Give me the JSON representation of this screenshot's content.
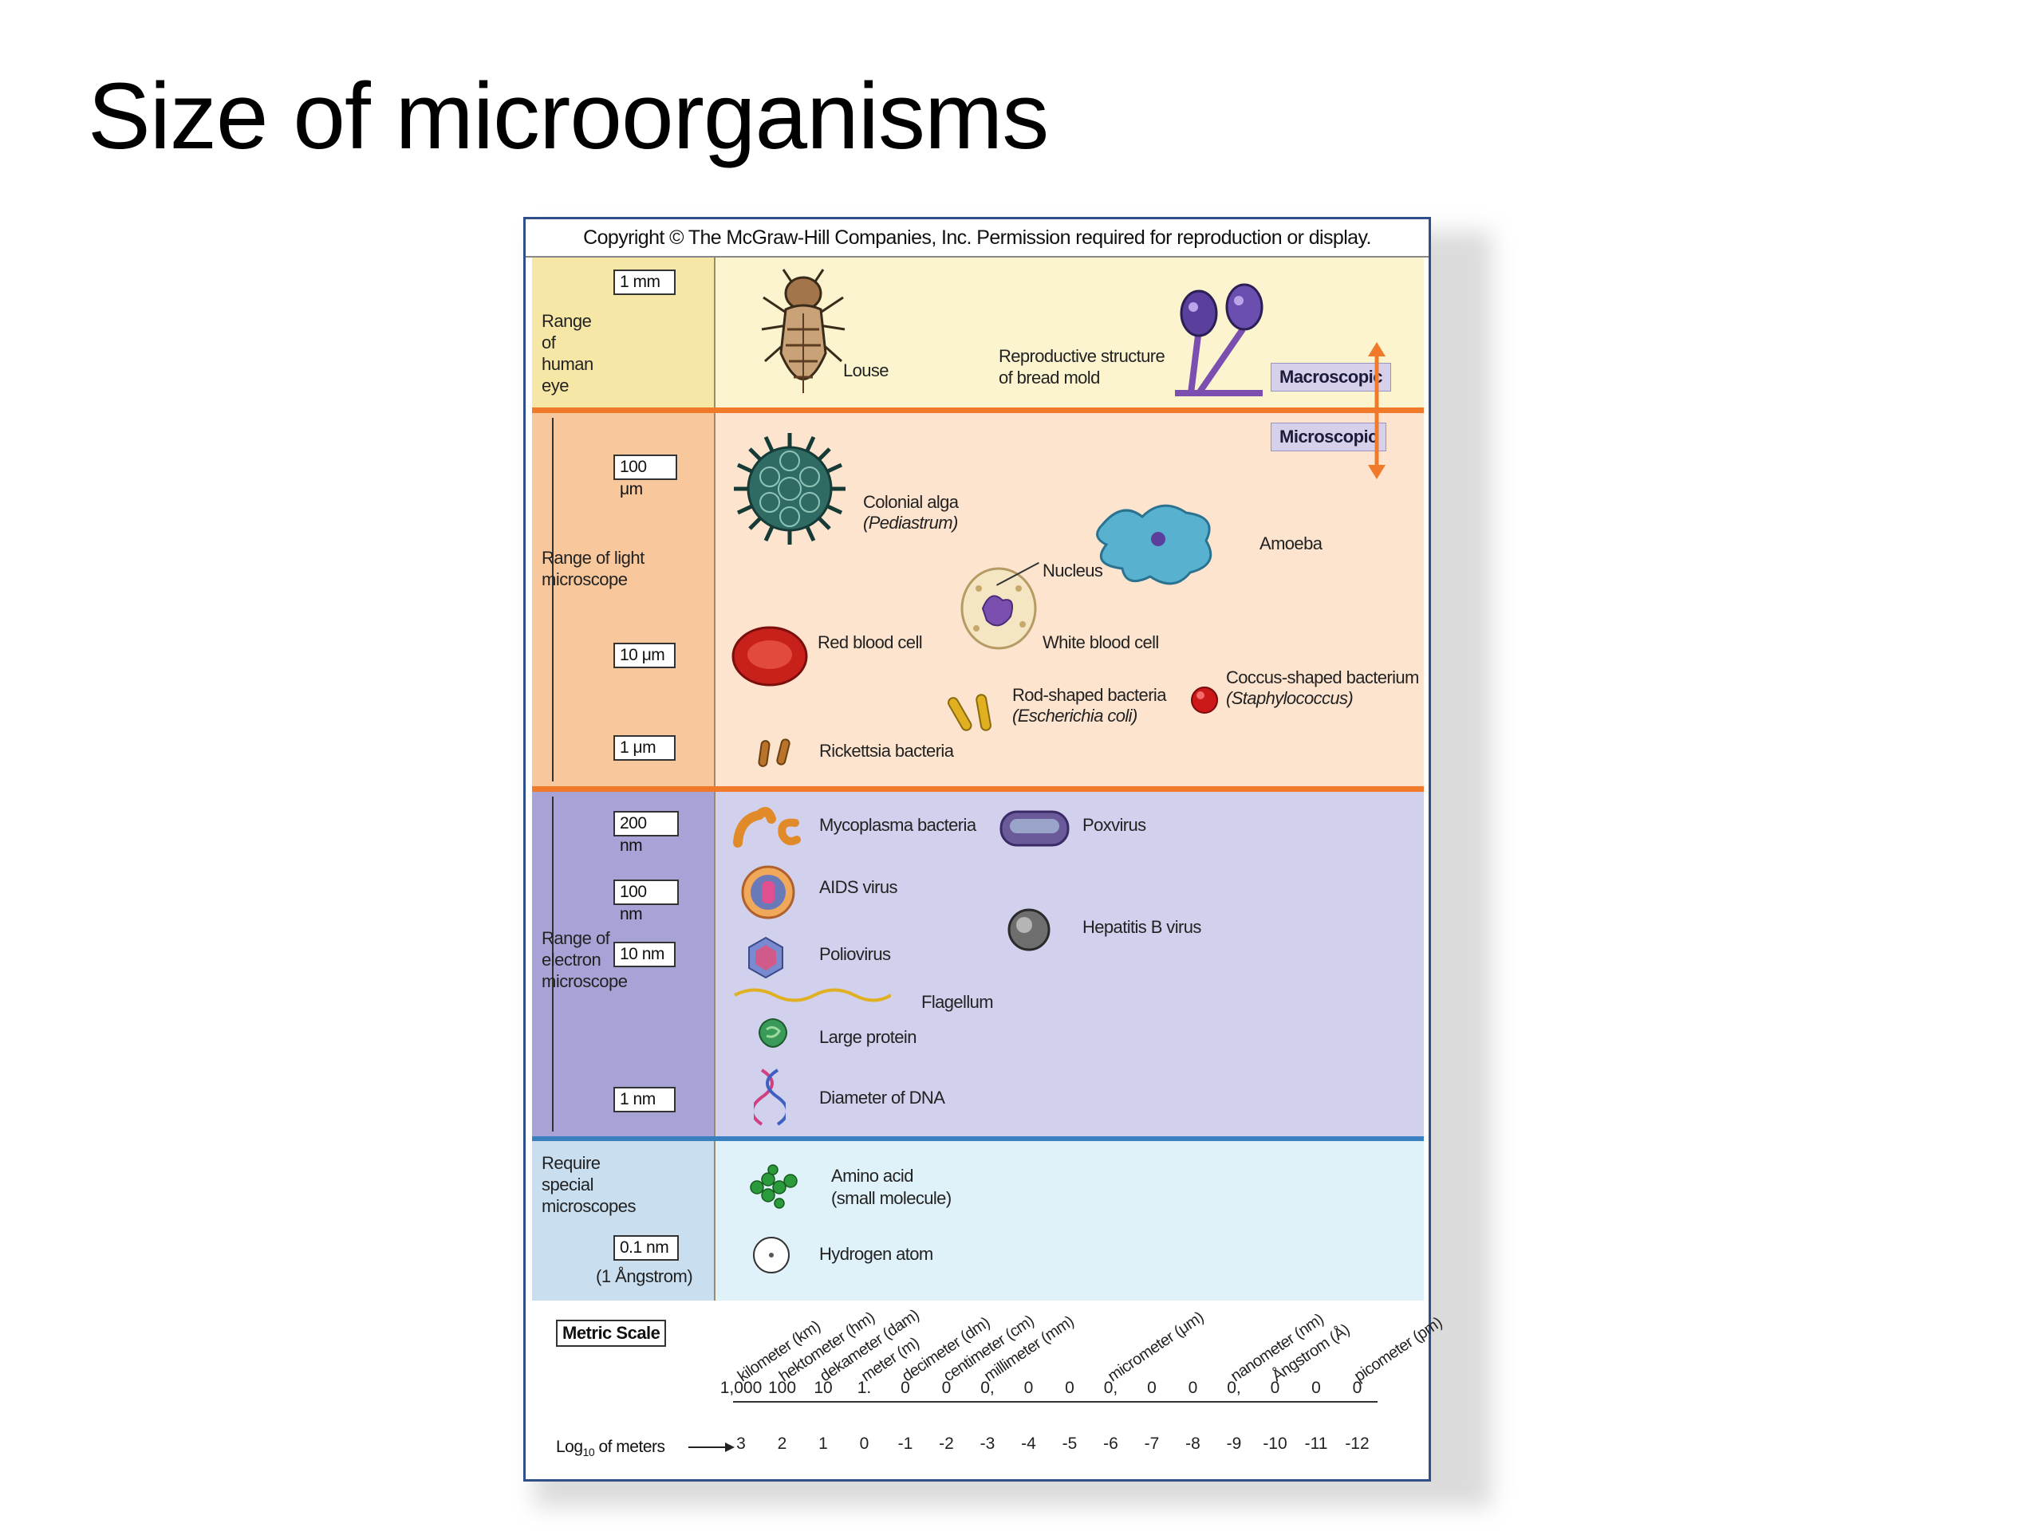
{
  "title": "Size of microorganisms",
  "figure": {
    "copyright": "Copyright © The McGraw-Hill Companies, Inc. Permission required for reproduction or display.",
    "bands": {
      "human_eye": {
        "range_label": "Range of human eye",
        "scale": [
          "1 mm"
        ]
      },
      "light_microscope": {
        "range_label": "Range of light microscope",
        "scale": [
          "100 μm",
          "10 μm",
          "1 μm"
        ]
      },
      "electron_microscope": {
        "range_label": "Range of electron microscope",
        "scale": [
          "200 nm",
          "100 nm",
          "10 nm",
          "1 nm"
        ]
      },
      "special": {
        "range_label": "Require special microscopes",
        "scale": [
          "0.1 nm"
        ],
        "note": "(1 Ångstrom)"
      }
    },
    "tags": {
      "macroscopic": "Macroscopic",
      "microscopic": "Microscopic"
    },
    "organisms": {
      "louse": "Louse",
      "bread_mold": "Reproductive structure of bread mold",
      "colonial_alga": "Colonial alga",
      "colonial_alga_sci": "(Pediastrum)",
      "amoeba": "Amoeba",
      "nucleus": "Nucleus",
      "white_blood_cell": "White blood cell",
      "red_blood_cell": "Red blood cell",
      "rod_bacteria": "Rod-shaped bacteria",
      "rod_bacteria_sci": "(Escherichia coli)",
      "coccus": "Coccus-shaped bacterium",
      "coccus_sci": "(Staphylococcus)",
      "rickettsia": "Rickettsia bacteria",
      "mycoplasma": "Mycoplasma bacteria",
      "poxvirus": "Poxvirus",
      "aids": "AIDS virus",
      "hepatitis": "Hepatitis B virus",
      "poliovirus": "Poliovirus",
      "flagellum": "Flagellum",
      "large_protein": "Large protein",
      "dna": "Diameter of DNA",
      "amino_acid": "Amino acid",
      "amino_acid_note": "(small molecule)",
      "hydrogen": "Hydrogen atom"
    },
    "metric": {
      "title": "Metric Scale",
      "units": [
        "kilometer (km)",
        "hektometer (hm)",
        "dekameter (dam)",
        "meter (m)",
        "decimeter (dm)",
        "centimeter (cm)",
        "millimeter (mm)",
        "micrometer (μm)",
        "nanometer (nm)",
        "Ångstrom (Å)",
        "picometer (pm)"
      ],
      "values": [
        "1,000",
        "100",
        "10",
        "1.",
        "0",
        "0",
        "0,",
        "0",
        "0",
        "0,",
        "0",
        "0",
        "0,",
        "0",
        "0",
        "0"
      ],
      "log_label": "Log",
      "log_sub": "10",
      "log_label_rest": " of meters",
      "logs": [
        "3",
        "2",
        "1",
        "0",
        "-1",
        "-2",
        "-3",
        "-4",
        "-5",
        "-6",
        "-7",
        "-8",
        "-9",
        "-10",
        "-11",
        "-12"
      ]
    }
  }
}
